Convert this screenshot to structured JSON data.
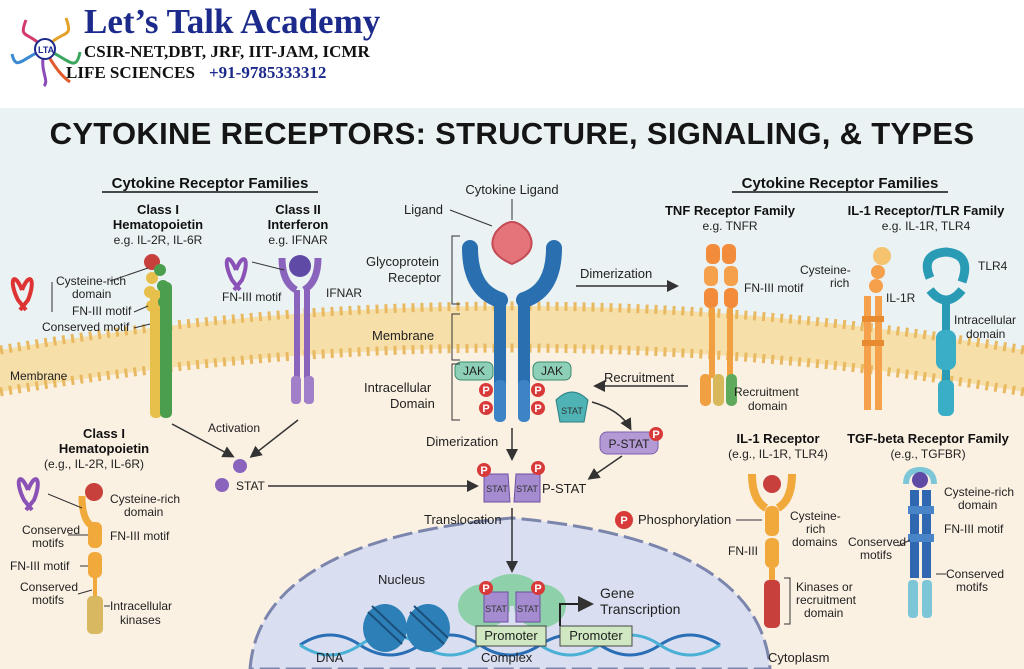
{
  "header": {
    "academy": "Let’s Talk Academy",
    "exams": "CSIR-NET,DBT, JRF, IIT-JAM, ICMR",
    "subject": "LIFE SCIENCES",
    "phone": "+91-9785333312"
  },
  "title": "CYTOKINE RECEPTORS: STRUCTURE, SIGNALING, & TYPES",
  "left": {
    "section": "Cytokine Receptor Families",
    "class1": {
      "name1": "Class I",
      "name2": "Hematopoietin",
      "eg": "e.g. IL-2R, IL-6R",
      "cys": "Cysteine-rich",
      "domain": "domain",
      "fn": "FN-III motif",
      "cons": "Conserved motif"
    },
    "class2": {
      "name1": "Class II",
      "name2": "Interferon",
      "eg": "e.g. IFNAR",
      "fn": "FN-III motif",
      "ifnar": "IFNAR"
    },
    "membrane": "Membrane",
    "activation": "Activation",
    "stat": "STAT",
    "class1b": {
      "name1": "Class I",
      "name2": "Hematopoietin",
      "eg": "(e.g., IL-2R, IL-6R)",
      "cys": "Cysteine-rich",
      "domain": "domain",
      "cons1": "Conserved",
      "cons2": "motifs",
      "fn1": "FN-III motif",
      "fn2": "FN-III motif",
      "cons3": "Conserved",
      "cons4": "motifs",
      "intra1": "Intracellular",
      "intra2": "kinases"
    }
  },
  "center": {
    "ligand_top": "Cytokine Ligand",
    "ligand": "Ligand",
    "glyco1": "Glycoprotein",
    "glyco2": "Receptor",
    "membrane": "Membrane",
    "intra1": "Intracellular",
    "intra2": "Domain",
    "jak": "JAK",
    "p": "P",
    "stat": "STAT",
    "dimerization": "Dimerization",
    "dimerization2": "Dimerization",
    "recruitment": "Recruitment",
    "pstat": "P-STAT",
    "pstat2": "P-STAT",
    "translocation": "Translocation",
    "nucleus": "Nucleus",
    "gene1": "Gene",
    "gene2": "Transcription",
    "promoter1": "Promoter",
    "promoter2": "Promoter",
    "dna": "DNA",
    "complex": "Complex",
    "phospho": "Phosphorylation",
    "cytoplasm": "Cytoplasm"
  },
  "right": {
    "section": "Cytokine Receptor Families",
    "tnf": {
      "name": "TNF Receptor Family",
      "eg": "e.g. TNFR",
      "fn": "FN-III motif",
      "rec1": "Recruitment",
      "rec2": "domain"
    },
    "il1tlr": {
      "name": "IL-1 Receptor/TLR Family",
      "eg": "e.g. IL-1R, TLR4",
      "cys1": "Cysteine-",
      "cys2": "rich",
      "il1r": "IL-1R",
      "tlr4": "TLR4",
      "intra1": "Intracellular",
      "intra2": "domain"
    },
    "il1": {
      "name": "IL-1 Receptor",
      "eg": "(e.g., IL-1R, TLR4)",
      "cys1": "Cysteine-",
      "cys2": "rich",
      "cys3": "domains",
      "fn": "FN-III",
      "kin1": "Kinases or",
      "kin2": "recruitment",
      "kin3": "domain"
    },
    "tgf": {
      "name": "TGF-beta Receptor Family",
      "eg": "(e.g., TGFBR)",
      "cys1": "Cysteine-rich",
      "cys2": "domain",
      "fn": "FN-III motif",
      "cons1": "Conserved",
      "cons2": "motifs",
      "cons3": "Conserved",
      "cons4": "motifs"
    }
  }
}
